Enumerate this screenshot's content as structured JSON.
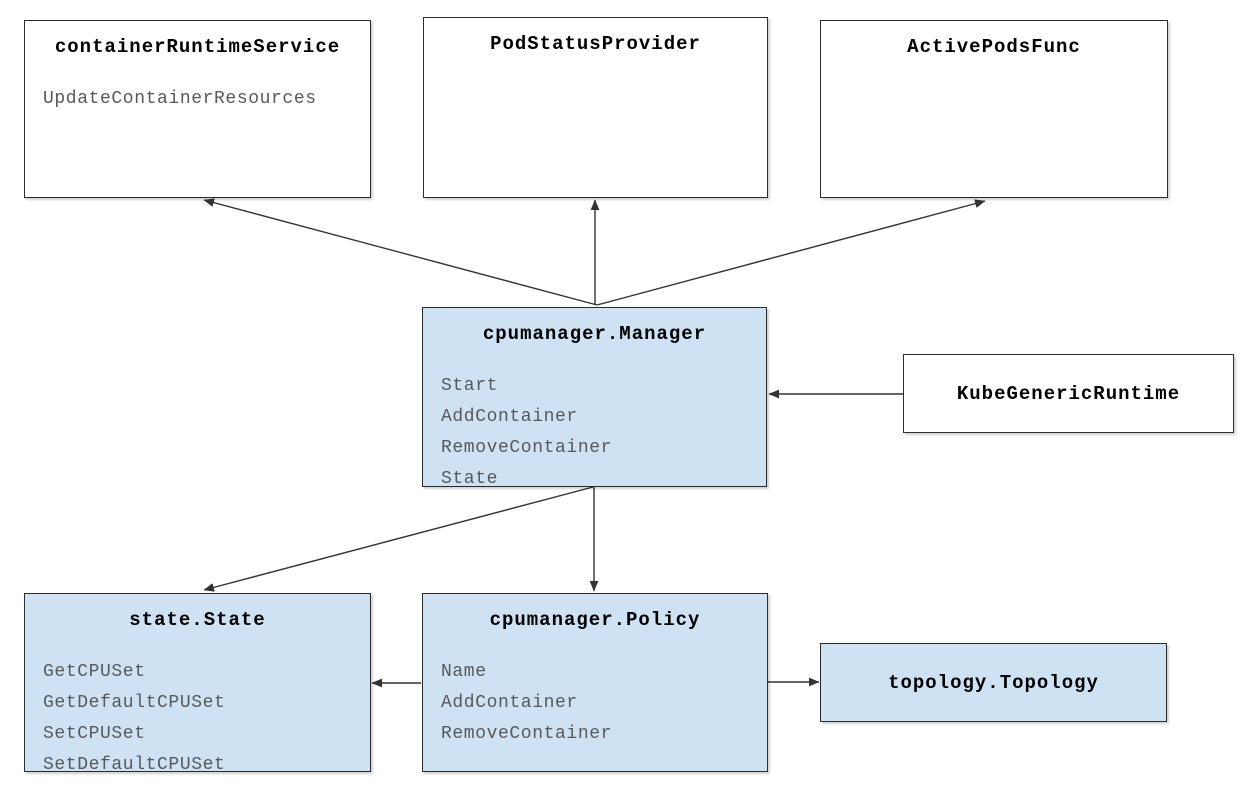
{
  "diagram": {
    "colors": {
      "highlight_fill": "#cfe2f3",
      "plain_fill": "#ffffff",
      "border": "#2b2b2b",
      "title_text": "#000000",
      "method_text": "#595959",
      "arrow": "#333333"
    },
    "nodes": {
      "container_runtime_service": {
        "title": "containerRuntimeService",
        "methods": [
          "UpdateContainerResources"
        ],
        "highlighted": false
      },
      "pod_status_provider": {
        "title": "PodStatusProvider",
        "methods": [],
        "highlighted": false
      },
      "active_pods_func": {
        "title": "ActivePodsFunc",
        "methods": [],
        "highlighted": false
      },
      "cpumanager_manager": {
        "title": "cpumanager.Manager",
        "methods": [
          "Start",
          "AddContainer",
          "RemoveContainer",
          "State"
        ],
        "highlighted": true
      },
      "kube_generic_runtime": {
        "title": "KubeGenericRuntime",
        "methods": [],
        "highlighted": false
      },
      "state_state": {
        "title": "state.State",
        "methods": [
          "GetCPUSet",
          "GetDefaultCPUSet",
          "SetCPUSet",
          "SetDefaultCPUSet"
        ],
        "highlighted": true
      },
      "cpumanager_policy": {
        "title": "cpumanager.Policy",
        "methods": [
          "Name",
          "AddContainer",
          "RemoveContainer"
        ],
        "highlighted": true
      },
      "topology_topology": {
        "title": "topology.Topology",
        "methods": [],
        "highlighted": true
      }
    },
    "edges": [
      {
        "from": "cpumanager_manager",
        "to": "container_runtime_service"
      },
      {
        "from": "cpumanager_manager",
        "to": "pod_status_provider"
      },
      {
        "from": "cpumanager_manager",
        "to": "active_pods_func"
      },
      {
        "from": "kube_generic_runtime",
        "to": "cpumanager_manager"
      },
      {
        "from": "cpumanager_manager",
        "to": "state_state"
      },
      {
        "from": "cpumanager_manager",
        "to": "cpumanager_policy"
      },
      {
        "from": "cpumanager_policy",
        "to": "state_state"
      },
      {
        "from": "cpumanager_policy",
        "to": "topology_topology"
      }
    ]
  }
}
